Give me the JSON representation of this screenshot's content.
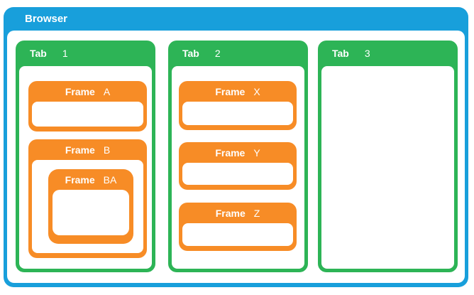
{
  "colors": {
    "browser_blue": "#189FDB",
    "tab_green": "#2DB456",
    "frame_orange": "#F78C26",
    "label_text": "#FFFFFF",
    "page_bg": "#FFFFFF"
  },
  "browser": {
    "label": "Browser",
    "tabs": [
      {
        "label": "Tab",
        "name": "1",
        "frames": [
          {
            "label": "Frame",
            "name": "A",
            "children": []
          },
          {
            "label": "Frame",
            "name": "B",
            "children": [
              {
                "label": "Frame",
                "name": "BA",
                "children": []
              }
            ]
          }
        ]
      },
      {
        "label": "Tab",
        "name": "2",
        "frames": [
          {
            "label": "Frame",
            "name": "X",
            "children": []
          },
          {
            "label": "Frame",
            "name": "Y",
            "children": []
          },
          {
            "label": "Frame",
            "name": "Z",
            "children": []
          }
        ]
      },
      {
        "label": "Tab",
        "name": "3",
        "frames": []
      }
    ]
  }
}
